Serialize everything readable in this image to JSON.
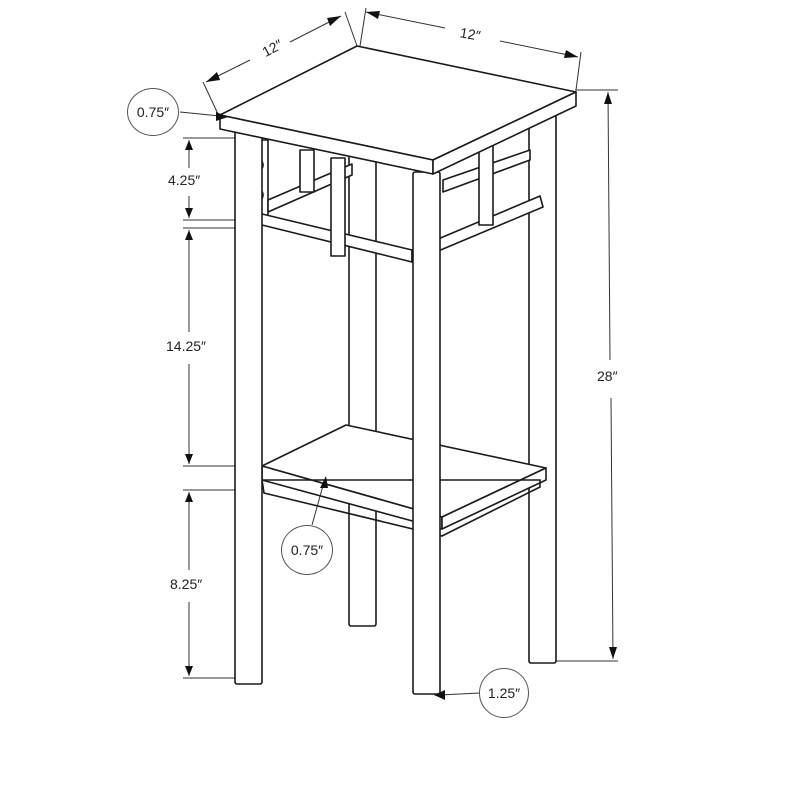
{
  "diagram": {
    "subject": "Square plant stand / accent table with metal legs and lower shelf",
    "dimensions": {
      "top_depth": "12″",
      "top_width": "12″",
      "top_thickness": "0.75″",
      "apron_height": "4.25″",
      "middle_gap": "14.25″",
      "shelf_thickness": "0.75″",
      "floor_to_shelf": "8.25″",
      "total_height": "28″",
      "leg_diameter": "1.25″"
    },
    "line_color": "#1a1a1a",
    "background": "#ffffff"
  }
}
